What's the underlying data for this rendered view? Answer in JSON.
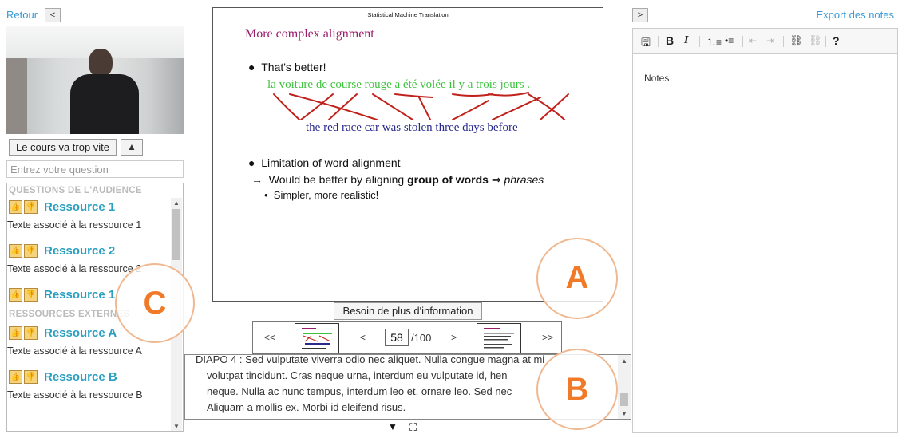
{
  "header": {
    "back_label": "Retour",
    "back_arrow": "<",
    "notes_toggle": ">",
    "export_label": "Export des notes"
  },
  "video": {
    "icon": "lecture-video"
  },
  "controls": {
    "speed_label": "Le cours va trop vite",
    "up_label": "▲",
    "question_placeholder": "Entrez votre question"
  },
  "audience": {
    "title": "QUESTIONS DE L'AUDIENCE",
    "items": [
      {
        "title": "Ressource 1",
        "text": "Texte associé à la ressource 1"
      },
      {
        "title": "Ressource 2",
        "text": "Texte associé à la ressource 2"
      },
      {
        "title": "Ressource 1",
        "text": ""
      }
    ]
  },
  "external": {
    "title": "RESSOURCES EXTERNES",
    "items": [
      {
        "title": "Ressource A",
        "text": "Texte associé à la ressource A"
      },
      {
        "title": "Ressource B",
        "text": "Texte associé à la ressource B"
      }
    ]
  },
  "slide": {
    "header": "Statistical Machine Translation",
    "title": "More complex alignment",
    "bullet1": "That's better!",
    "french": "la voiture de course rouge a été volée il y a trois jours .",
    "english": "the red race car was stolen three days before",
    "bullet2": "Limitation of word alignment",
    "arrow_pre": "Would be better by aligning ",
    "arrow_bold": "group of words",
    "arrow_post": " ⇒ ",
    "arrow_italic": "phrases",
    "sub_bullet": "Simpler, more realistic!",
    "colors": {
      "title": "#9a1b6a",
      "french": "#3ec33e",
      "english": "#2a2a8c",
      "alignment": "#c0221b"
    }
  },
  "more_info_label": "Besoin de plus d'information",
  "navigation": {
    "first": "<<",
    "prev": "<",
    "page": "58",
    "total": "/100",
    "next": ">",
    "last": ">>"
  },
  "transcript": {
    "line1": "DIAPO 4 : Sed vulputate viverra odio nec aliquet. Nulla congue magna at mi",
    "line2": "volutpat tincidunt. Cras neque urna, interdum eu vulputate id, hen",
    "line3": "neque. Nulla ac nunc tempus, interdum leo et, ornare leo. Sed nec",
    "line4": "Aliquam a mollis ex. Morbi id eleifend risus."
  },
  "bottom": {
    "down": "▼",
    "expand": "⛶"
  },
  "notes": {
    "text": "Notes"
  },
  "annotations": {
    "a": "A",
    "b": "B",
    "c": "C",
    "accent": "#f07a28"
  }
}
